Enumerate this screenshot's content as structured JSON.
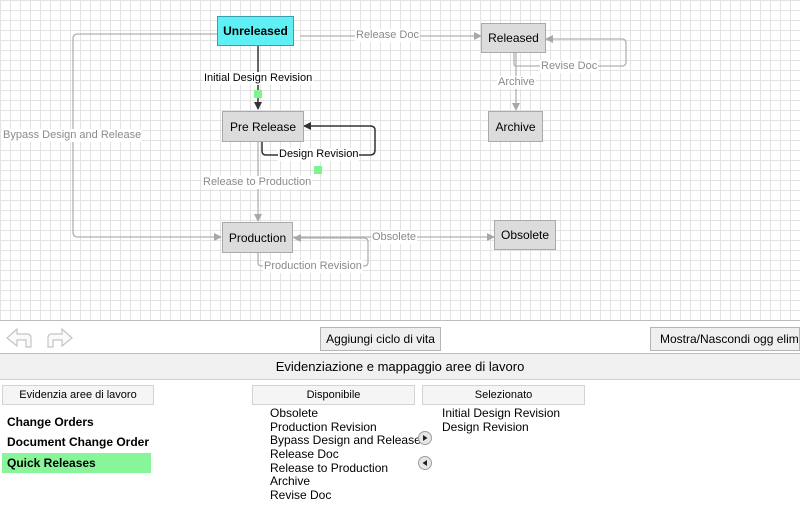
{
  "diagram": {
    "nodes": {
      "unreleased": "Unreleased",
      "released": "Released",
      "pre_release": "Pre Release",
      "archive": "Archive",
      "production": "Production",
      "obsolete": "Obsolete"
    },
    "edges": {
      "release_doc": "Release Doc",
      "revise_doc": "Revise Doc",
      "archive": "Archive",
      "bypass": "Bypass Design and Release",
      "initial_design_revision": "Initial Design Revision",
      "design_revision": "Design Revision",
      "release_to_production": "Release to Production",
      "obsolete": "Obsolete",
      "production_revision": "Production Revision"
    }
  },
  "toolbar": {
    "undo_icon": "undo-arrow-icon",
    "redo_icon": "redo-arrow-icon",
    "add_lifecycle_label": "Aggiungi ciclo di vita",
    "show_hide_label": "Mostra/Nascondi ogg elimin"
  },
  "panel": {
    "title": "Evidenziazione e mappaggio aree di lavoro",
    "workspace_header": "Evidenzia aree di lavoro",
    "available_header": "Disponibile",
    "selected_header": "Selezionato",
    "workspaces": [
      "Change Orders",
      "Document Change Order",
      "Quick Releases"
    ],
    "available": [
      "Obsolete",
      "Production Revision",
      "Bypass Design and Release",
      "Release Doc",
      "Release to Production",
      "Archive",
      "Revise Doc"
    ],
    "selected": [
      "Initial Design Revision",
      "Design Revision"
    ],
    "move_right_icon": "arrow-right-icon",
    "move_left_icon": "arrow-left-icon"
  },
  "colors": {
    "active_node": "#5ef0f5",
    "node": "#dcdcdc",
    "handle": "#7ef58c",
    "selected_workspace": "#88f59a"
  }
}
